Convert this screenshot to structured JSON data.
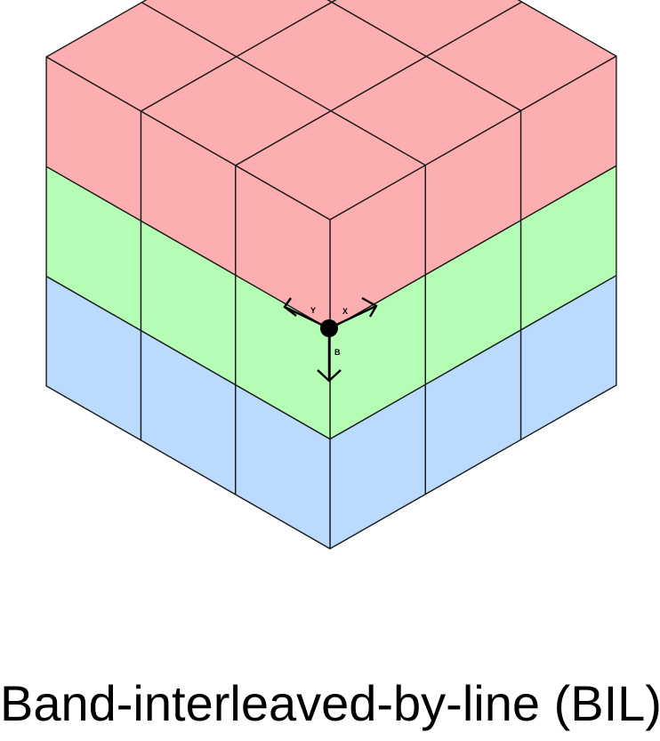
{
  "caption": "Band-interleaved-by-line (BIL)",
  "axes": {
    "y_label": "Y",
    "x_label": "X",
    "b_label": "B"
  },
  "colors": {
    "band_1": "#fdaeb0",
    "band_2": "#b5fcb4",
    "band_3": "#badbfd",
    "outline": "#1a1a1a"
  },
  "cube": {
    "columns": 3,
    "rows": 3,
    "bands": 3
  }
}
